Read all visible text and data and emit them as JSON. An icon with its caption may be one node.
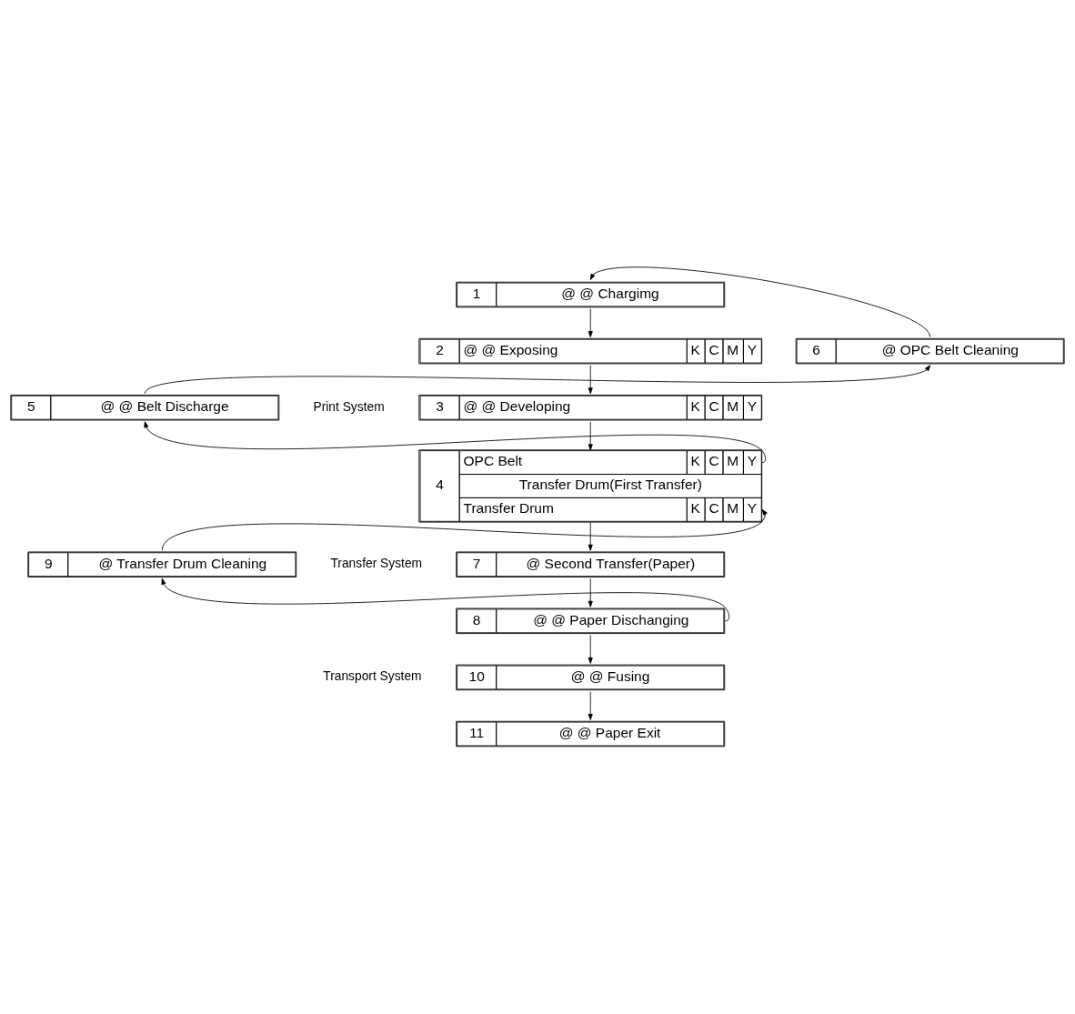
{
  "diagram": {
    "nodes": [
      {
        "text": [
          "1",
          "@ @ Chargimg"
        ]
      },
      {
        "text": [
          "2",
          "@ @ Exposing",
          "K",
          "C",
          "M",
          "Y"
        ]
      },
      {
        "text": [
          "3",
          "@ @ Developing",
          "K",
          "C",
          "M",
          "Y"
        ]
      },
      {
        "text": [
          "4",
          "OPC Belt",
          "K",
          "C",
          "M",
          "Y",
          "Transfer Drum(First Transfer)",
          "Transfer Drum",
          "K",
          "C",
          "M",
          "Y"
        ]
      },
      {
        "text": [
          "5",
          "@ @ Belt Discharge"
        ]
      },
      {
        "text": [
          "6",
          "@ OPC Belt Cleaning"
        ]
      },
      {
        "text": [
          "7",
          "@ Second Transfer(Paper)"
        ]
      },
      {
        "text": [
          "8",
          "@ @ Paper Dischanging"
        ]
      },
      {
        "text": [
          "9",
          "@ Transfer Drum Cleaning"
        ]
      },
      {
        "text": [
          "10",
          "@ @ Fusing"
        ]
      },
      {
        "text": [
          "11",
          "@ @ Paper Exit"
        ]
      }
    ],
    "edges": [
      {
        "from": 0,
        "to": 1,
        "arrow": "to"
      },
      {
        "from": 1,
        "to": 2,
        "arrow": "to"
      },
      {
        "from": 2,
        "to": 3,
        "arrow": "to"
      },
      {
        "from": 3,
        "to": 4,
        "arrow": "to"
      },
      {
        "from": 4,
        "to": 5,
        "arrow": "to"
      },
      {
        "from": 5,
        "to": 0,
        "arrow": "to"
      },
      {
        "from": 3,
        "to": 6,
        "arrow": "to"
      },
      {
        "from": 6,
        "to": 7,
        "arrow": "to"
      },
      {
        "from": 7,
        "to": 8,
        "arrow": "to"
      },
      {
        "from": 8,
        "to": 3,
        "arrow": "to"
      },
      {
        "from": 7,
        "to": 9,
        "arrow": "to"
      },
      {
        "from": 9,
        "to": 10,
        "arrow": "to"
      }
    ],
    "labels": [
      "Print System",
      "Transfer System",
      "Transport System"
    ]
  }
}
